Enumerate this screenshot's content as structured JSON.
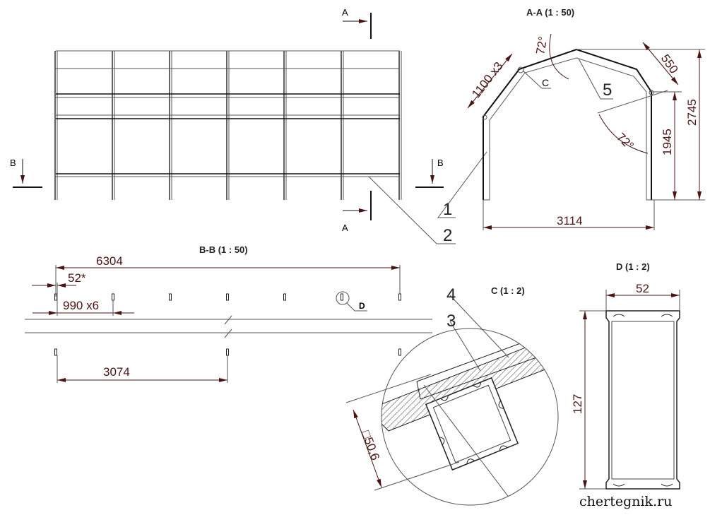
{
  "front_view": {
    "section_mark_a": "A",
    "section_mark_b": "B",
    "callouts": [
      "1",
      "2"
    ]
  },
  "section_aa": {
    "title": "A-A (1 : 50)",
    "dims": {
      "segments": "1100 x3",
      "angle_top": "72°",
      "end_segment": "550",
      "total_height": "2745",
      "post_height": "1945",
      "angle_side": "72°",
      "width": "3114"
    },
    "callouts": {
      "detail_c": "C",
      "item_5": "5"
    }
  },
  "section_bb": {
    "title": "B-B (1 : 50)",
    "dims": {
      "length": "6304",
      "offset": "52*",
      "spacing": "990 x6",
      "half": "3074"
    },
    "detail_d": "D"
  },
  "detail_c": {
    "title": "C (1 : 2)",
    "dim_profile": "□50,6",
    "callouts": [
      "4",
      "3"
    ]
  },
  "detail_d": {
    "title": "D (1 : 2)",
    "dim_width": "52",
    "dim_height": "127"
  },
  "watermark": "chertegnik.ru"
}
